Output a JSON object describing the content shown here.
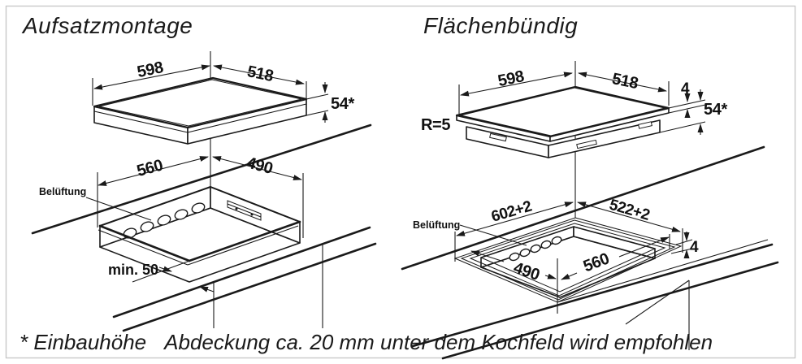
{
  "colors": {
    "line": "#1a1a1a",
    "border": "#c9c9c9",
    "background": "#ffffff"
  },
  "left_section": {
    "title": "Aufsatzmontage",
    "hob": {
      "width": "598",
      "depth": "518",
      "height": "54*"
    },
    "cutout": {
      "width": "560",
      "depth": "490",
      "vent_label": "Belüftung",
      "front_clearance": "min. 50"
    }
  },
  "right_section": {
    "title": "Flächenbündig",
    "hob": {
      "width": "598",
      "depth": "518",
      "glass_thickness": "4",
      "height": "54*",
      "corner_radius": "R=5"
    },
    "cutout": {
      "outer_width": "602+2",
      "outer_depth": "522+2",
      "rebate_depth": "4",
      "inner_width": "560",
      "inner_depth": "490",
      "vent_label": "Belüftung"
    }
  },
  "footnote": {
    "marker": "* Einbauhöhe",
    "text": "Abdeckung ca. 20 mm unter dem Kochfeld wird empfohlen"
  }
}
